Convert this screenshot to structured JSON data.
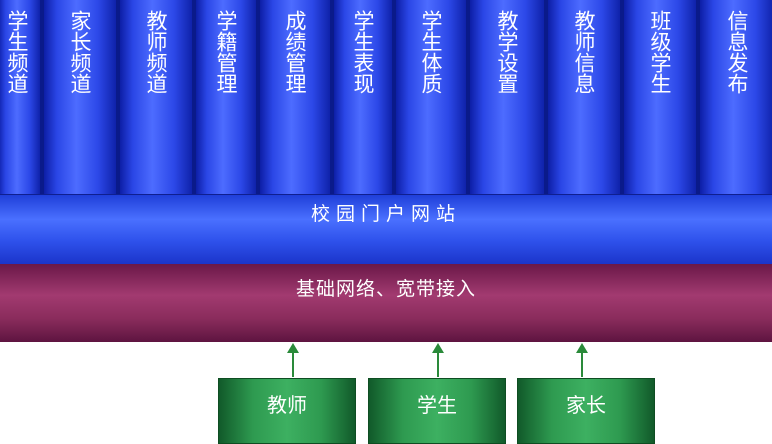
{
  "columns": [
    {
      "label": "学生频道"
    },
    {
      "label": "家长频道"
    },
    {
      "label": "教师频道"
    },
    {
      "label": "学籍管理"
    },
    {
      "label": "成绩管理"
    },
    {
      "label": "学生表现"
    },
    {
      "label": "学生体质"
    },
    {
      "label": "教学设置"
    },
    {
      "label": "教师信息"
    },
    {
      "label": "班级学生"
    },
    {
      "label": "信息发布"
    }
  ],
  "portal": {
    "label": "校园门户网站"
  },
  "infrastructure": {
    "label": "基础网络、宽带接入"
  },
  "users": [
    {
      "label": "教师"
    },
    {
      "label": "学生"
    },
    {
      "label": "家长"
    }
  ],
  "colors": {
    "column_blue": "#2a46e6",
    "portal_blue": "#3a5cf5",
    "infra_maroon": "#8a2c5c",
    "user_green": "#2e9a50",
    "arrow_green": "#2a8a3a"
  }
}
